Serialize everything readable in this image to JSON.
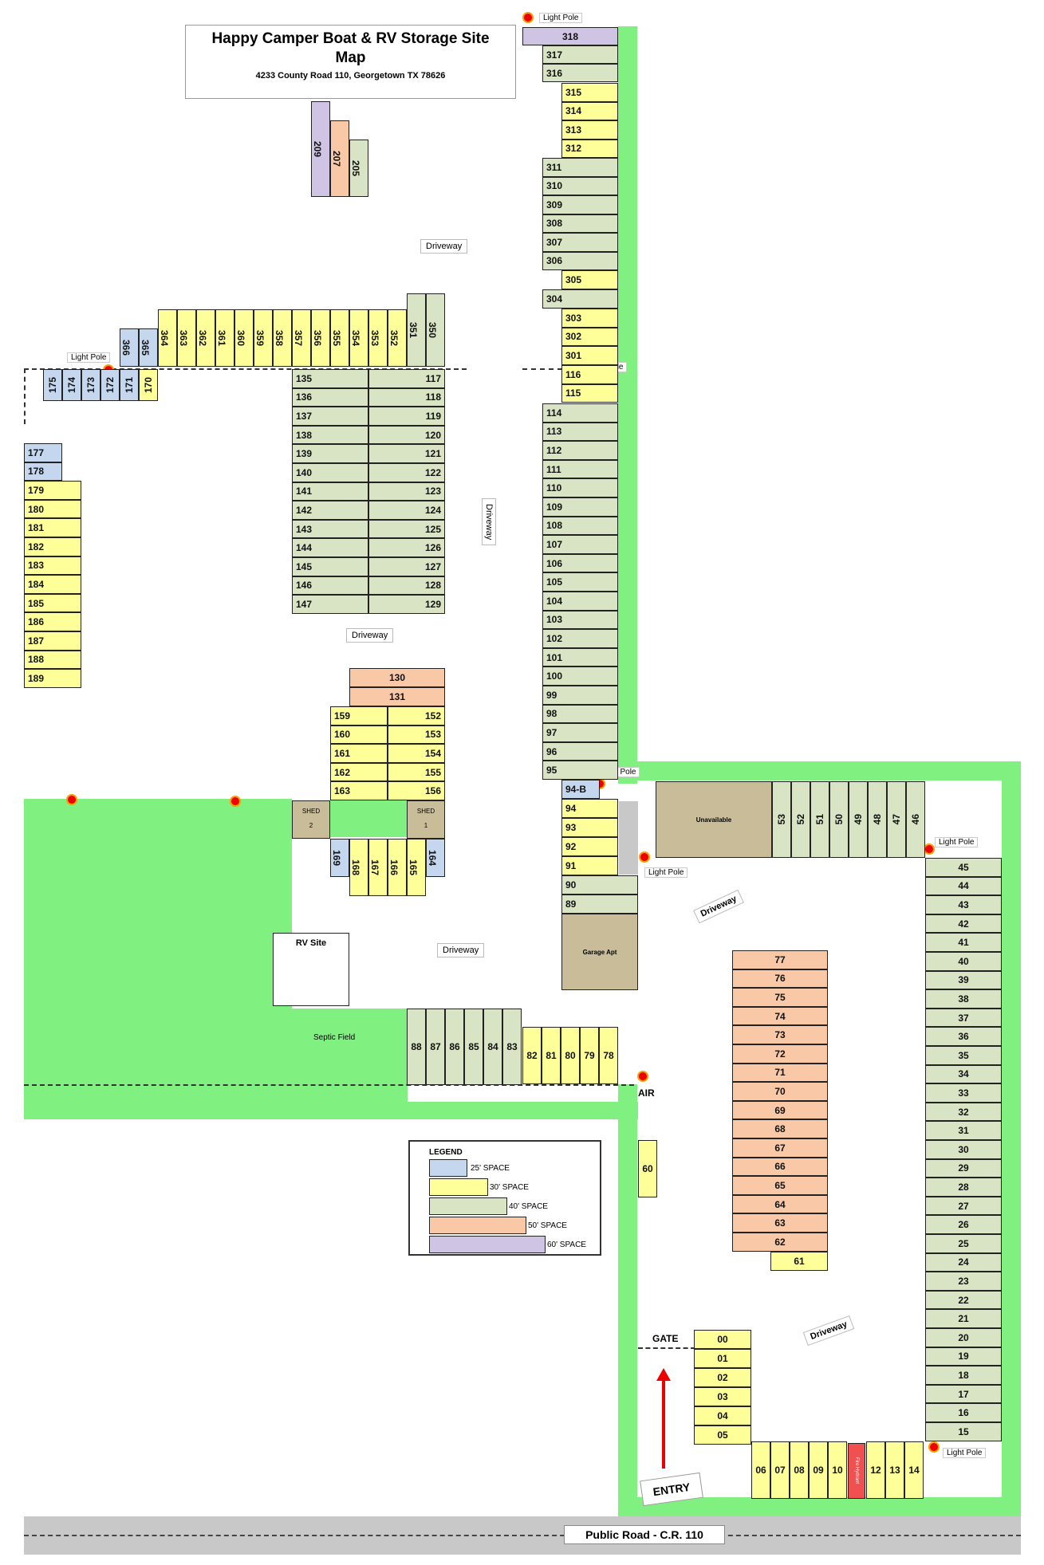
{
  "title": {
    "line1": "Happy Camper Boat & RV Storage Site",
    "line2": "Map",
    "address": "4233 County Road 110, Georgetown TX  78626"
  },
  "labels": {
    "light_pole": "Light Pole",
    "driveway": "Driveway",
    "rv_site": "RV Site",
    "septic_field": "Septic Field",
    "unavailable": "Unavailable",
    "garage_apt": "Garage Apt",
    "shed": "SHED",
    "shed1": "1",
    "shed2": "2",
    "air": "AIR",
    "gate": "GATE",
    "entry": "ENTRY",
    "fire_hydrant": "Fire Hydrant",
    "public_road": "Public Road - C.R. 110"
  },
  "legend": {
    "title": "LEGEND",
    "items": [
      {
        "label": "25' SPACE",
        "color": "#c4d7ef"
      },
      {
        "label": "30' SPACE",
        "color": "#ffff99"
      },
      {
        "label": "40' SPACE",
        "color": "#d8e4c4"
      },
      {
        "label": "50' SPACE",
        "color": "#f9c9a7"
      },
      {
        "label": "60' SPACE",
        "color": "#cfc4e4"
      }
    ]
  },
  "sites": {
    "top_right_col": [
      "318",
      "317",
      "316",
      "315",
      "314",
      "313",
      "312",
      "311",
      "310",
      "309",
      "308",
      "307",
      "306",
      "305",
      "304",
      "303",
      "302",
      "301",
      "116",
      "115",
      "114",
      "113",
      "112",
      "111",
      "110",
      "109",
      "108",
      "107",
      "106",
      "105",
      "104",
      "103",
      "102",
      "101",
      "100",
      "99",
      "98",
      "97",
      "96",
      "95",
      "94-B",
      "94",
      "93",
      "92",
      "91",
      "90",
      "89"
    ],
    "small_trio": [
      "209",
      "207",
      "205"
    ],
    "row_364_350": [
      "364",
      "363",
      "362",
      "361",
      "360",
      "359",
      "358",
      "357",
      "356",
      "355",
      "354",
      "353",
      "352",
      "351",
      "350"
    ],
    "row_366_365": [
      "366",
      "365"
    ],
    "row_175_170": [
      "175",
      "174",
      "173",
      "172",
      "171",
      "170"
    ],
    "left_col": [
      "177",
      "178",
      "179",
      "180",
      "181",
      "182",
      "183",
      "184",
      "185",
      "186",
      "187",
      "188",
      "189"
    ],
    "mid_left": [
      "135",
      "136",
      "137",
      "138",
      "139",
      "140",
      "141",
      "142",
      "143",
      "144",
      "145",
      "146",
      "147"
    ],
    "mid_right": [
      "117",
      "118",
      "119",
      "120",
      "121",
      "122",
      "123",
      "124",
      "125",
      "126",
      "127",
      "128",
      "129"
    ],
    "top_130": [
      "130",
      "131"
    ],
    "left_159": [
      "159",
      "160",
      "161",
      "162",
      "163"
    ],
    "right_152": [
      "152",
      "153",
      "154",
      "155",
      "156"
    ],
    "row_169_164": [
      "169",
      "168",
      "167",
      "166",
      "165",
      "164"
    ],
    "row_88_83": [
      "88",
      "87",
      "86",
      "85",
      "84",
      "83"
    ],
    "row_82_78": [
      "82",
      "81",
      "80",
      "79",
      "78"
    ],
    "row_53_46": [
      "53",
      "52",
      "51",
      "50",
      "49",
      "48",
      "47",
      "46"
    ],
    "right_col": [
      "45",
      "44",
      "43",
      "42",
      "41",
      "40",
      "39",
      "38",
      "37",
      "36",
      "35",
      "34",
      "33",
      "32",
      "31",
      "30",
      "29",
      "28",
      "27",
      "26",
      "25",
      "24",
      "23",
      "22",
      "21",
      "20",
      "19",
      "18",
      "17",
      "16",
      "15"
    ],
    "center_col": [
      "77",
      "76",
      "75",
      "74",
      "73",
      "72",
      "71",
      "70",
      "69",
      "68",
      "67",
      "66",
      "65",
      "64",
      "63",
      "62",
      "61"
    ],
    "gate_col": [
      "00",
      "01",
      "02",
      "03",
      "04",
      "05"
    ],
    "bottom_row": [
      "06",
      "07",
      "08",
      "09",
      "10",
      "12",
      "13",
      "14"
    ],
    "single_60": "60"
  }
}
